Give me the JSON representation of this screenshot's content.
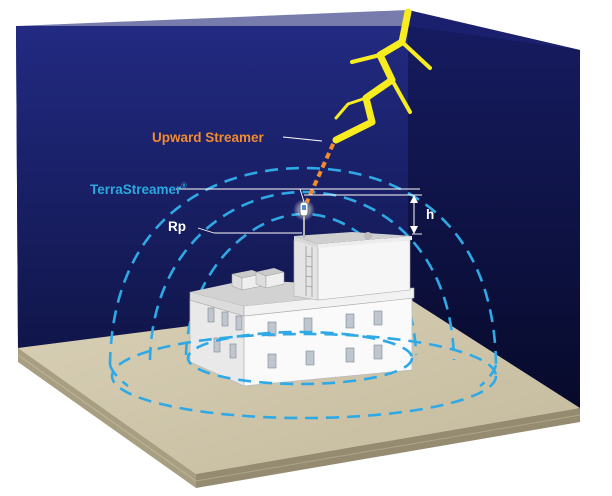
{
  "labels": {
    "upward_streamer": "Upward Streamer",
    "terrastreamer": "TerraStreamer",
    "terrastreamer_mark": "®",
    "radius": "Rp",
    "height": "h"
  },
  "colors": {
    "sky_top": "#1c2270",
    "sky_bottom": "#0b0f35",
    "upward_streamer": "#f28a2e",
    "terrastreamer": "#2ba8e0",
    "protection_zone": "#2fa9e6",
    "lightning": "#f7ec1f",
    "ground_top": "#ccc3a8",
    "building": "#f4f4f4"
  },
  "icons": {
    "bolt": "lightning-bolt-icon",
    "device": "terrastreamer-device-icon"
  }
}
